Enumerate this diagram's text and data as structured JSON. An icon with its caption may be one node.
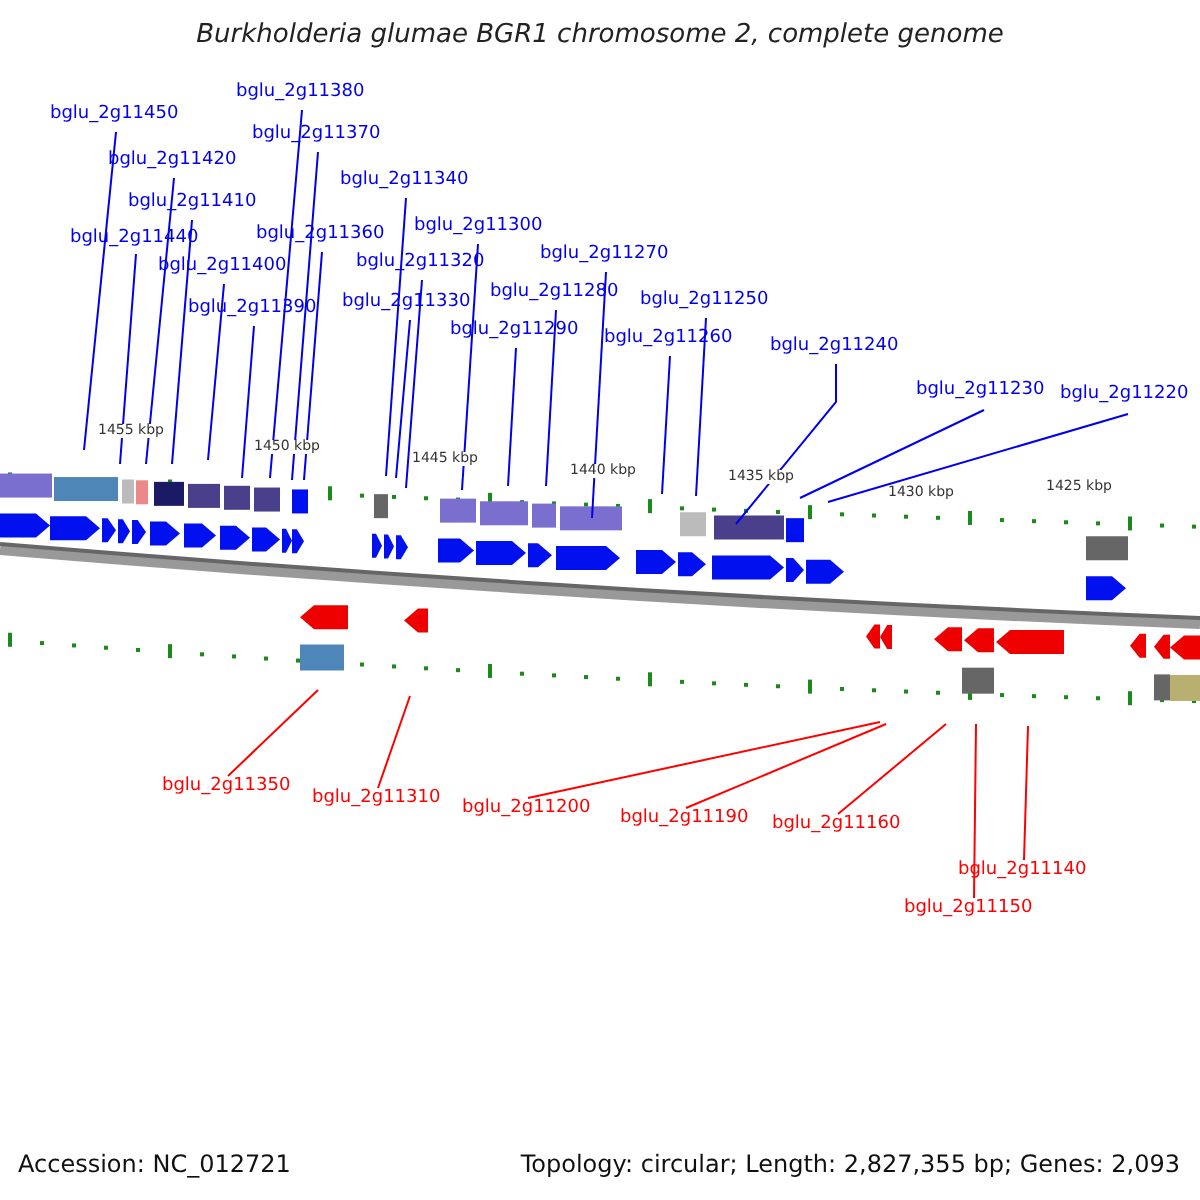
{
  "diagram": {
    "title": "Burkholderia glumae BGR1 chromosome 2, complete genome",
    "nodes": [
      {
        "text": [
          "bglu_2g11450"
        ]
      },
      {
        "text": [
          "bglu_2g11420"
        ]
      },
      {
        "text": [
          "bglu_2g11410"
        ]
      },
      {
        "text": [
          "bglu_2g11440"
        ]
      },
      {
        "text": [
          "bglu_2g11400"
        ]
      },
      {
        "text": [
          "bglu_2g11390"
        ]
      },
      {
        "text": [
          "bglu_2g11380"
        ]
      },
      {
        "text": [
          "bglu_2g11370"
        ]
      },
      {
        "text": [
          "bglu_2g11360"
        ]
      },
      {
        "text": [
          "bglu_2g11340"
        ]
      },
      {
        "text": [
          "bglu_2g11320"
        ]
      },
      {
        "text": [
          "bglu_2g11330"
        ]
      },
      {
        "text": [
          "bglu_2g11300"
        ]
      },
      {
        "text": [
          "bglu_2g11290"
        ]
      },
      {
        "text": [
          "bglu_2g11280"
        ]
      },
      {
        "text": [
          "bglu_2g11270"
        ]
      },
      {
        "text": [
          "bglu_2g11260"
        ]
      },
      {
        "text": [
          "bglu_2g11250"
        ]
      },
      {
        "text": [
          "bglu_2g11240"
        ]
      },
      {
        "text": [
          "bglu_2g11230"
        ]
      },
      {
        "text": [
          "bglu_2g11220"
        ]
      },
      {
        "text": [
          "bglu_2g11350"
        ]
      },
      {
        "text": [
          "bglu_2g11310"
        ]
      },
      {
        "text": [
          "bglu_2g11200"
        ]
      },
      {
        "text": [
          "bglu_2g11190"
        ]
      },
      {
        "text": [
          "bglu_2g11160"
        ]
      },
      {
        "text": [
          "bglu_2g11150"
        ]
      },
      {
        "text": [
          "bglu_2g11140"
        ]
      }
    ],
    "edges": [
      {
        "from": 0,
        "to": null,
        "arrow": "none"
      },
      {
        "from": 1,
        "to": null,
        "arrow": "none"
      },
      {
        "from": 2,
        "to": null,
        "arrow": "none"
      },
      {
        "from": 3,
        "to": null,
        "arrow": "none"
      },
      {
        "from": 4,
        "to": null,
        "arrow": "none"
      },
      {
        "from": 5,
        "to": null,
        "arrow": "none"
      },
      {
        "from": 6,
        "to": null,
        "arrow": "none"
      },
      {
        "from": 7,
        "to": null,
        "arrow": "none"
      },
      {
        "from": 8,
        "to": null,
        "arrow": "none"
      },
      {
        "from": 9,
        "to": null,
        "arrow": "none"
      },
      {
        "from": 10,
        "to": null,
        "arrow": "none"
      },
      {
        "from": 11,
        "to": null,
        "arrow": "none"
      },
      {
        "from": 12,
        "to": null,
        "arrow": "none"
      },
      {
        "from": 13,
        "to": null,
        "arrow": "none"
      },
      {
        "from": 14,
        "to": null,
        "arrow": "none"
      },
      {
        "from": 15,
        "to": null,
        "arrow": "none"
      },
      {
        "from": 16,
        "to": null,
        "arrow": "none"
      },
      {
        "from": 17,
        "to": null,
        "arrow": "none"
      },
      {
        "from": 18,
        "to": null,
        "arrow": "none"
      },
      {
        "from": 19,
        "to": null,
        "arrow": "none"
      },
      {
        "from": 20,
        "to": null,
        "arrow": "none"
      },
      {
        "from": 21,
        "to": null,
        "arrow": "none",
        "color": "#ff0000"
      },
      {
        "from": 22,
        "to": null,
        "arrow": "none",
        "color": "#ff0000"
      },
      {
        "from": 23,
        "to": null,
        "arrow": "none",
        "color": "#ff0000"
      },
      {
        "from": 24,
        "to": null,
        "arrow": "none",
        "color": "#ff0000"
      },
      {
        "from": 25,
        "to": null,
        "arrow": "none",
        "color": "#ff0000"
      },
      {
        "from": 26,
        "to": null,
        "arrow": "none",
        "color": "#ff0000"
      },
      {
        "from": 27,
        "to": null,
        "arrow": "none",
        "color": "#ff0000"
      }
    ],
    "labels": [
      "1455 kbp",
      "1450 kbp",
      "1445 kbp",
      "1440 kbp",
      "1435 kbp",
      "1430 kbp",
      "1425 kbp",
      "Accession: NC_012721",
      "Topology: circular; Length: 2,827,355 bp; Genes: 2,093"
    ]
  }
}
